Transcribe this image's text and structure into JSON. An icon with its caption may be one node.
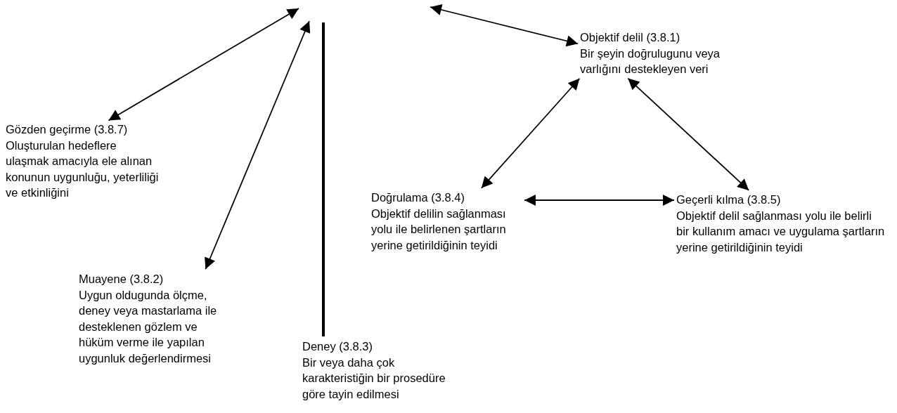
{
  "diagram": {
    "nodes": [
      {
        "text": [
          "Objektif delil (3.8.1)",
          "Bir şeyin doğrulugunu veya varlığını destekleyen veri"
        ]
      },
      {
        "text": [
          "Gözden geçirme (3.8.7)",
          "Oluşturulan hedeflere ulaşmak amacıyla ele alınan konunun uygunluğu, yeterliliği ve etkinliğini"
        ]
      },
      {
        "text": [
          "Doğrulama (3.8.4)",
          "Objektif delilin sağlanması yolu ile belirlenen şartların yerine getirildiğinin teyidi"
        ]
      },
      {
        "text": [
          "Geçerli kılma (3.8.5)",
          "Objektif delil sağlanması yolu ile belirli bir kullanım amacı ve uygulama şartların yerine getirildiğinin teyidi"
        ]
      },
      {
        "text": [
          "Muayene (3.8.2)",
          "Uygun oldugunda ölçme, deney veya mastarlama ile desteklenen gözlem ve hüküm verme ile yapılan uygunluk değerlendirmesi"
        ]
      },
      {
        "text": [
          "Deney (3.8.3)",
          "Bir veya daha çok karakteristiğin bir prosedüre göre tayin edilmesi"
        ]
      }
    ],
    "edges": [
      {
        "from": 1,
        "to": null,
        "arrow": "both"
      },
      {
        "from": null,
        "to": 4,
        "arrow": "both"
      },
      {
        "from": null,
        "to": 5,
        "arrow": "none",
        "style": "thick"
      },
      {
        "from": null,
        "to": 0,
        "arrow": "both"
      },
      {
        "from": 0,
        "to": 2,
        "arrow": "both"
      },
      {
        "from": 0,
        "to": 3,
        "arrow": "both"
      },
      {
        "from": 2,
        "to": 3,
        "arrow": "both"
      }
    ]
  }
}
